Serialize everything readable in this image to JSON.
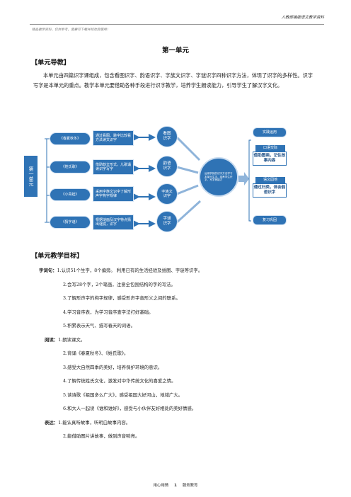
{
  "header": {
    "right": "人教部编版语文教学资料",
    "left": "精品教学资料，仅供参考，需要可下载并修改后使用！"
  },
  "title": "第一单元",
  "guide": {
    "heading": "【单元导教】",
    "paragraph": "本单元由四篇识字课组成，包含看图识字、韵语识字、字族文识字、字谜识字四种识字方法，体现了识字的多样性。识字写字是本单元的重点。教学本单元要借助各种手段进行识字教学，培养学生朗读能力，引导学生了解汉字文化。"
  },
  "diagram": {
    "unit": "第一单元",
    "lessons": [
      "《春夏秋冬》",
      "《姓氏歌》",
      "《小青蛙》",
      "《猜字谜》"
    ],
    "descriptions": [
      "通过看图、跳字比较看方法读文识字",
      "借助韵文形式，儿歌诵读识字写字",
      "采用字族文识字了解形声字构字规律",
      "根据谜面及汉字特点猜出谜底，识字"
    ],
    "methods": [
      "看图识字",
      "韵语识字",
      "字族文识字",
      "字谜识字"
    ],
    "center": "运用学到的识字方法学习本单元生字，培养学生识字、写字等能力",
    "practice_title": "实践运用",
    "practice": [
      {
        "title": "口语交际",
        "body": "借助图画，记住故事内容"
      },
      {
        "title": "语文园地",
        "body": "通过归类，体会韵语识字"
      },
      {
        "title": "复习巩固",
        "body": ""
      }
    ]
  },
  "goals": {
    "heading": "【单元教学目标】",
    "words_label": "字词句：",
    "words": [
      "1.认识51个生字，8个偏旁。 利用已有的生活经验及插图、字谜等识字。",
      "2.会写28个字，2个笔画，注意全包围结构的字的写法。",
      "3.了解形声字的构字规律，感受形声字音形义之间的联系。",
      "4.学习音序表，为学习音序查字法打好基础。",
      "5.积累表示天气、描写春天的词语。"
    ],
    "reading_label": "阅读：",
    "reading": [
      "1.朗读课文。",
      "2.背诵《春夏秋冬》、《姓氏歌》。",
      "3.感受大自然四季的美好，培养保护环境的意识。",
      "4.了解传统姓氏文化，激发对中华传统文化的喜爱之情。",
      "5.读诗歌《祖国多么广大》，感受祖国大好河山，地域广大。",
      "6.和大人一起读《谁和谁好》，感受与小伙伴友好相处的美好情感。"
    ],
    "express_label": "表达：",
    "express": [
      "1.能认真听故事，听明白故事内容。",
      "2.能借助图片讲故事，做到声音响亮。"
    ]
  },
  "footer": {
    "left": "用心用情",
    "page": "1",
    "right": "服务教育"
  }
}
